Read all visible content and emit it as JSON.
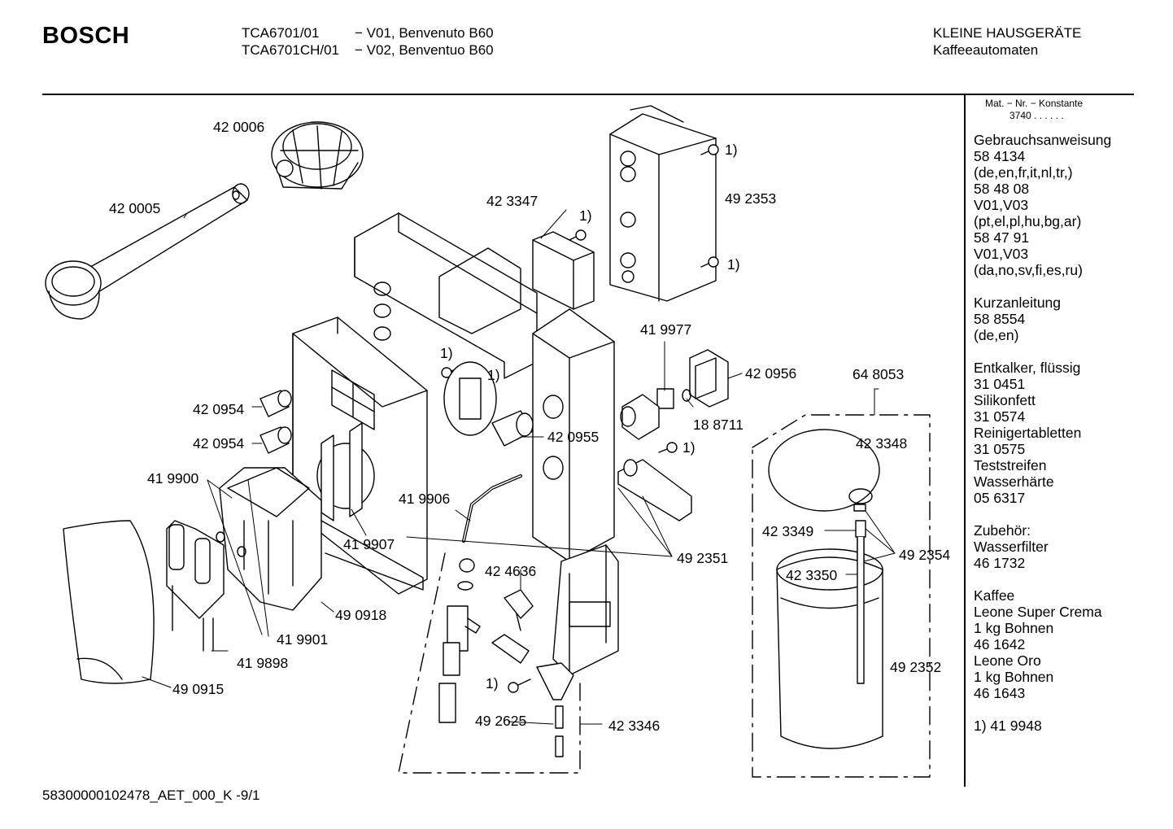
{
  "header": {
    "brand": "BOSCH",
    "models": [
      {
        "code": "TCA6701/01",
        "variant": "− V01, Benvenuto B60"
      },
      {
        "code": "TCA6701CH/01",
        "variant": "− V02, Benventuo B60"
      }
    ],
    "category": "KLEINE HAUSGERÄTE",
    "subcategory": "Kaffeeautomaten"
  },
  "sidebar": {
    "mat_nr_label": "Mat. − Nr. − Konstante",
    "mat_nr_value": "3740  .  .  .  .  .  .",
    "blocks": [
      [
        "Gebrauchsanweisung",
        "58 4134",
        "(de,en,fr,it,nl,tr,)",
        "58 48 08",
        "V01,V03",
        "(pt,el,pl,hu,bg,ar)",
        "58 47 91",
        "V01,V03",
        "(da,no,sv,fi,es,ru)"
      ],
      [
        "Kurzanleitung",
        "58 8554",
        "(de,en)"
      ],
      [
        "Entkalker, flüssig",
        "31 0451",
        "Silikonfett",
        "31 0574",
        "Reinigertabletten",
        "31 0575",
        "Teststreifen",
        "Wasserhärte",
        "05 6317"
      ],
      [
        "Zubehör:",
        "Wasserfilter",
        "46 1732"
      ],
      [
        "Kaffee",
        "Leone Super Crema",
        "1 kg Bohnen",
        "46 1642",
        "Leone Oro",
        "1 kg Bohnen",
        "46 1643"
      ],
      [
        "1)  41 9948"
      ]
    ]
  },
  "footer": "58300000102478_AET_000_K   -9/1",
  "part_labels": {
    "p420006": "42 0006",
    "p420005": "42 0005",
    "p423347": "42 3347",
    "p492353": "49 2353",
    "fn1": "1)",
    "p419977": "41 9977",
    "p420956": "42 0956",
    "p188711": "18 8711",
    "p648053": "64 8053",
    "p420954": "42 0954",
    "p420955": "42 0955",
    "p419900": "41 9900",
    "p419906": "41 9906",
    "p419907": "41 9907",
    "p492351": "49 2351",
    "p424636": "42 4636",
    "p490918": "49 0918",
    "p419901": "41 9901",
    "p419898": "41 9898",
    "p490915": "49 0915",
    "p492625": "49 2625",
    "p423346": "42 3346",
    "p423348": "42 3348",
    "p423349": "42 3349",
    "p423350": "42 3350",
    "p492354": "49 2354",
    "p492352": "49 2352"
  }
}
